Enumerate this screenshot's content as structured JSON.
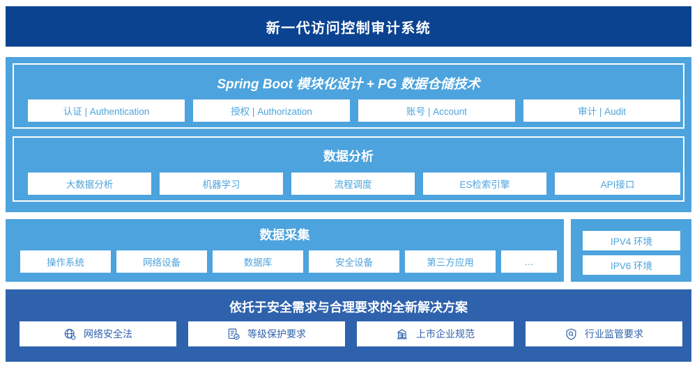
{
  "header": {
    "title": "新一代访问控制审计系统"
  },
  "platform_section": {
    "architecture": {
      "title": "Spring Boot 模块化设计 + PG 数据仓储技术",
      "items": [
        {
          "label": "认证 | Authentication"
        },
        {
          "label": "授权 | Authorization"
        },
        {
          "label": "账号 | Account"
        },
        {
          "label": "审计 | Audit"
        }
      ]
    },
    "analysis": {
      "title": "数据分析",
      "items": [
        {
          "label": "大数据分析"
        },
        {
          "label": "机器学习"
        },
        {
          "label": "流程调度"
        },
        {
          "label": "ES检索引擎"
        },
        {
          "label": "API接口"
        }
      ]
    }
  },
  "collection_section": {
    "title": "数据采集",
    "items": [
      {
        "label": "操作系统"
      },
      {
        "label": "网络设备"
      },
      {
        "label": "数据库"
      },
      {
        "label": "安全设备"
      },
      {
        "label": "第三方应用"
      },
      {
        "label": "…"
      }
    ]
  },
  "environment_section": {
    "items": [
      {
        "label": "IPV4 环境"
      },
      {
        "label": "IPV6 环境"
      }
    ]
  },
  "compliance_section": {
    "title": "依托于安全需求与合理要求的全新解决方案",
    "items": [
      {
        "label": "网络安全法",
        "icon": "globe-icon"
      },
      {
        "label": "等级保护要求",
        "icon": "document-check-icon"
      },
      {
        "label": "上市企业规范",
        "icon": "bank-icon"
      },
      {
        "label": "行业监管要求",
        "icon": "shield-search-icon"
      }
    ]
  },
  "colors": {
    "title_bar": "#0b4391",
    "panel_light_blue": "#4ca3dd",
    "panel_deep_blue": "#2e62ad",
    "chip_background": "#ffffff",
    "chip_text_light": "#4ca3dd",
    "chip_text_deep": "#2e62ad"
  }
}
